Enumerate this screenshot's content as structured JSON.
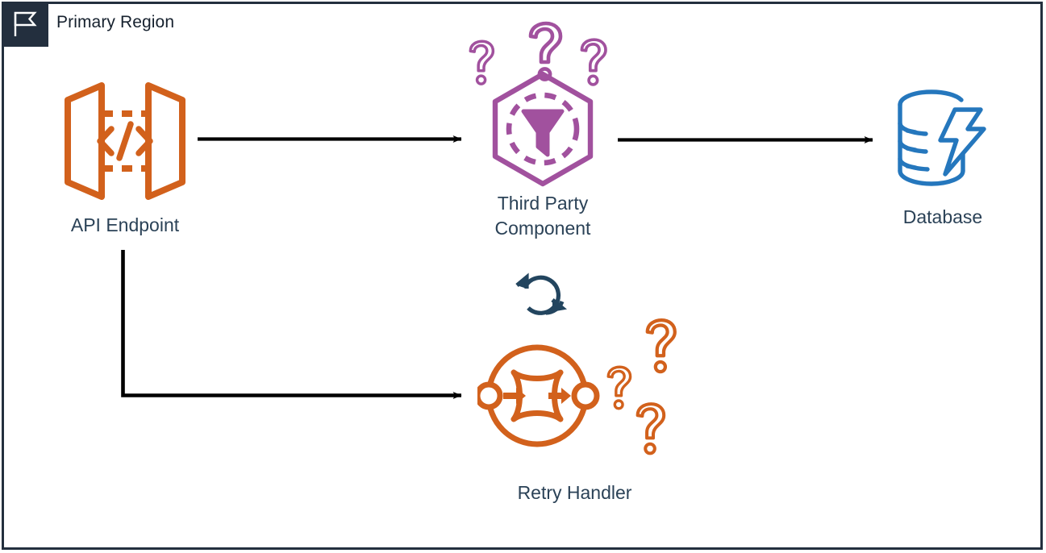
{
  "diagram": {
    "title": "Primary Region",
    "badge_icon": "flag-icon",
    "border_color": "#232F3E",
    "background_color": "#ffffff",
    "label_color": "#2B4257",
    "connector_color": "#000000"
  },
  "palette": {
    "orange": "#D2611C",
    "purple": "#A1519E",
    "blue": "#2577BD",
    "navy": "#232F3E"
  },
  "nodes": [
    {
      "id": "api-endpoint",
      "label": "API Endpoint",
      "icon": "api-endpoint-icon",
      "color": "#D2611C"
    },
    {
      "id": "third-party-component",
      "label": "Third Party\nComponent",
      "icon": "third-party-component-icon",
      "color": "#A1519E",
      "annotation": "question-marks"
    },
    {
      "id": "database",
      "label": "Database",
      "icon": "database-icon",
      "color": "#2577BD"
    },
    {
      "id": "retry-handler",
      "label": "Retry Handler",
      "icon": "retry-handler-icon",
      "color": "#D2611C",
      "annotation": "question-marks"
    },
    {
      "id": "retry-loop",
      "label": "",
      "icon": "refresh-loop-icon",
      "color": "#23455F"
    }
  ],
  "connectors": [
    {
      "id": "api-to-third-party",
      "from": "api-endpoint",
      "to": "third-party-component",
      "style": "straight-arrow"
    },
    {
      "id": "third-party-to-database",
      "from": "third-party-component",
      "to": "database",
      "style": "straight-arrow"
    },
    {
      "id": "api-to-retry-handler",
      "from": "api-endpoint",
      "to": "retry-handler",
      "style": "elbow-arrow"
    }
  ]
}
